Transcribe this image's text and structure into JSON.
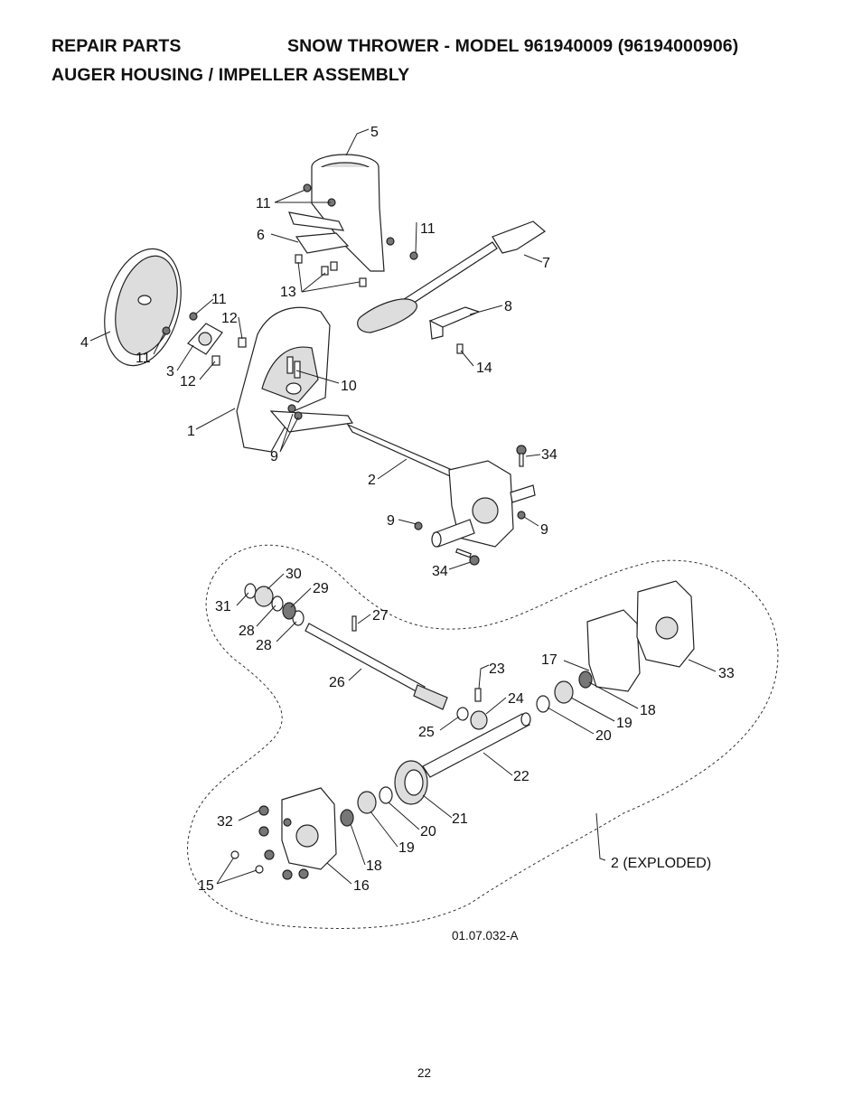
{
  "header": {
    "left": "REPAIR PARTS",
    "right": "SNOW THROWER - MODEL  961940009  (96194000906)",
    "subtitle": "AUGER HOUSING / IMPELLER ASSEMBLY"
  },
  "callouts": {
    "c1": "1",
    "c2": "2",
    "c3": "3",
    "c4": "4",
    "c5": "5",
    "c6": "6",
    "c7": "7",
    "c8": "8",
    "c9a": "9",
    "c9b": "9",
    "c9c": "9",
    "c10": "10",
    "c11a": "11",
    "c11b": "11",
    "c11c": "11",
    "c11d": "11",
    "c12a": "12",
    "c12b": "12",
    "c13": "13",
    "c14": "14",
    "c15": "15",
    "c16": "16",
    "c17": "17",
    "c18a": "18",
    "c18b": "18",
    "c19a": "19",
    "c19b": "19",
    "c20a": "20",
    "c20b": "20",
    "c21": "21",
    "c22": "22",
    "c23": "23",
    "c24": "24",
    "c25": "25",
    "c26": "26",
    "c27": "27",
    "c28a": "28",
    "c28b": "28",
    "c29": "29",
    "c30": "30",
    "c31": "31",
    "c32": "32",
    "c33": "33",
    "c34a": "34",
    "c34b": "34",
    "exploded": "2 (EXPLODED)"
  },
  "drawing_number": "01.07.032-A",
  "page_number": "22"
}
